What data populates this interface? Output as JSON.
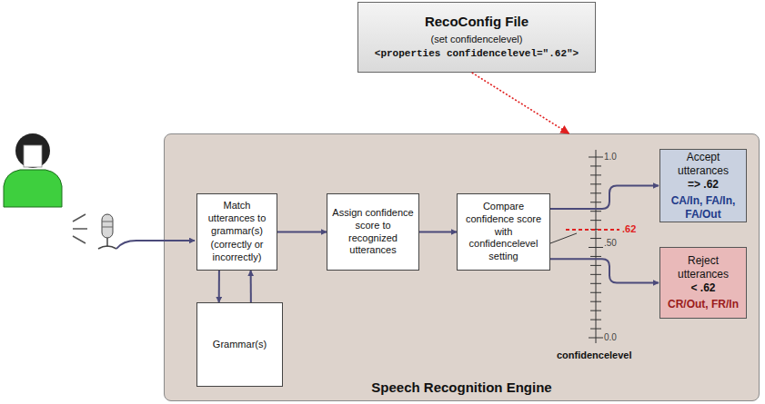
{
  "diagram": {
    "nodes": [
      {
        "text": [
          "RecoConfig File",
          "(set confidencelevel)",
          "<properties confidencelevel=\".62\">"
        ]
      },
      {
        "text": [
          "Speech Recognition Engine"
        ]
      },
      {
        "text": [
          "Match utterances to grammar(s)",
          "(correctly or incorrectly)"
        ],
        "in": 1
      },
      {
        "text": [
          "Grammar(s)"
        ],
        "in": 1
      },
      {
        "text": [
          "Assign confidence score to recognized utterances"
        ],
        "in": 1
      },
      {
        "text": [
          "Compare confidence score with confidencelevel setting"
        ],
        "in": 1
      },
      {
        "text": [
          "Accept utterances",
          "=> .62",
          "CA/In, FA/In, FA/Out"
        ],
        "in": 1
      },
      {
        "text": [
          "Reject utterances",
          "< .62",
          "CR/Out, FR/In"
        ],
        "in": 1
      }
    ],
    "edges": [
      {
        "from": 0,
        "to": 1,
        "arrow": "to"
      },
      {
        "from": 2,
        "to": 3,
        "arrow": "to"
      },
      {
        "from": 3,
        "to": 2,
        "arrow": "to"
      },
      {
        "from": 2,
        "to": 4,
        "arrow": "to"
      },
      {
        "from": 4,
        "to": 5,
        "arrow": "to"
      },
      {
        "from": 5,
        "to": 6,
        "arrow": "to"
      },
      {
        "from": 5,
        "to": 7,
        "arrow": "to"
      }
    ],
    "labels": [
      "1.0",
      ".50",
      "0.0",
      "confidencelevel",
      ".62"
    ]
  }
}
